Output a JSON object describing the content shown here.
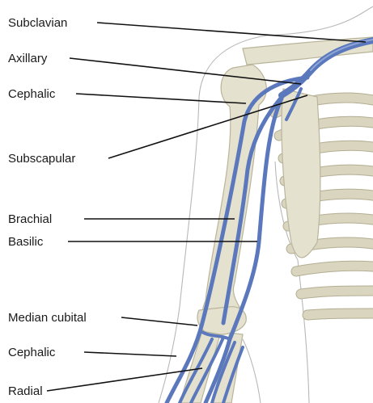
{
  "labels": {
    "subclavian": "Subclavian",
    "axillary": "Axillary",
    "cephalic_upper": "Cephalic",
    "subscapular": "Subscapular",
    "brachial": "Brachial",
    "basilic": "Basilic",
    "median_cubital": "Median cubital",
    "cephalic_lower": "Cephalic",
    "radial": "Radial"
  },
  "colors": {
    "vein": "#5b78bd",
    "bone": "#e4e1cf",
    "leader_line": "#111111",
    "label_text": "#1a1a1a"
  }
}
